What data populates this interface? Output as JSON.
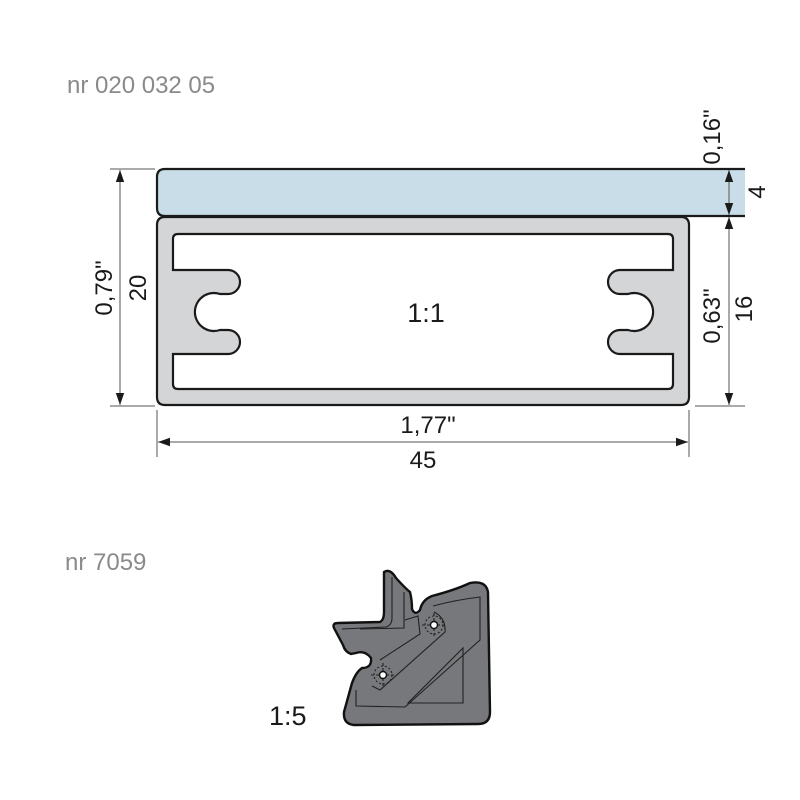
{
  "profile": {
    "article_label": "nr 020 032 05",
    "scale_label": "1:1",
    "dimensions": {
      "height_in": "0,79\"",
      "height_mm": "20",
      "width_in": "1,77\"",
      "width_mm": "45",
      "glass_in": "0,16\"",
      "glass_mm": "4",
      "channel_in": "0,63\"",
      "channel_mm": "16"
    },
    "colors": {
      "glass": "#c8dde8",
      "profile": "#d4d5d7",
      "outline": "#1a1a1a"
    }
  },
  "corner": {
    "article_label": "nr 7059",
    "scale_label": "1:5",
    "colors": {
      "body": "#77787b"
    }
  }
}
